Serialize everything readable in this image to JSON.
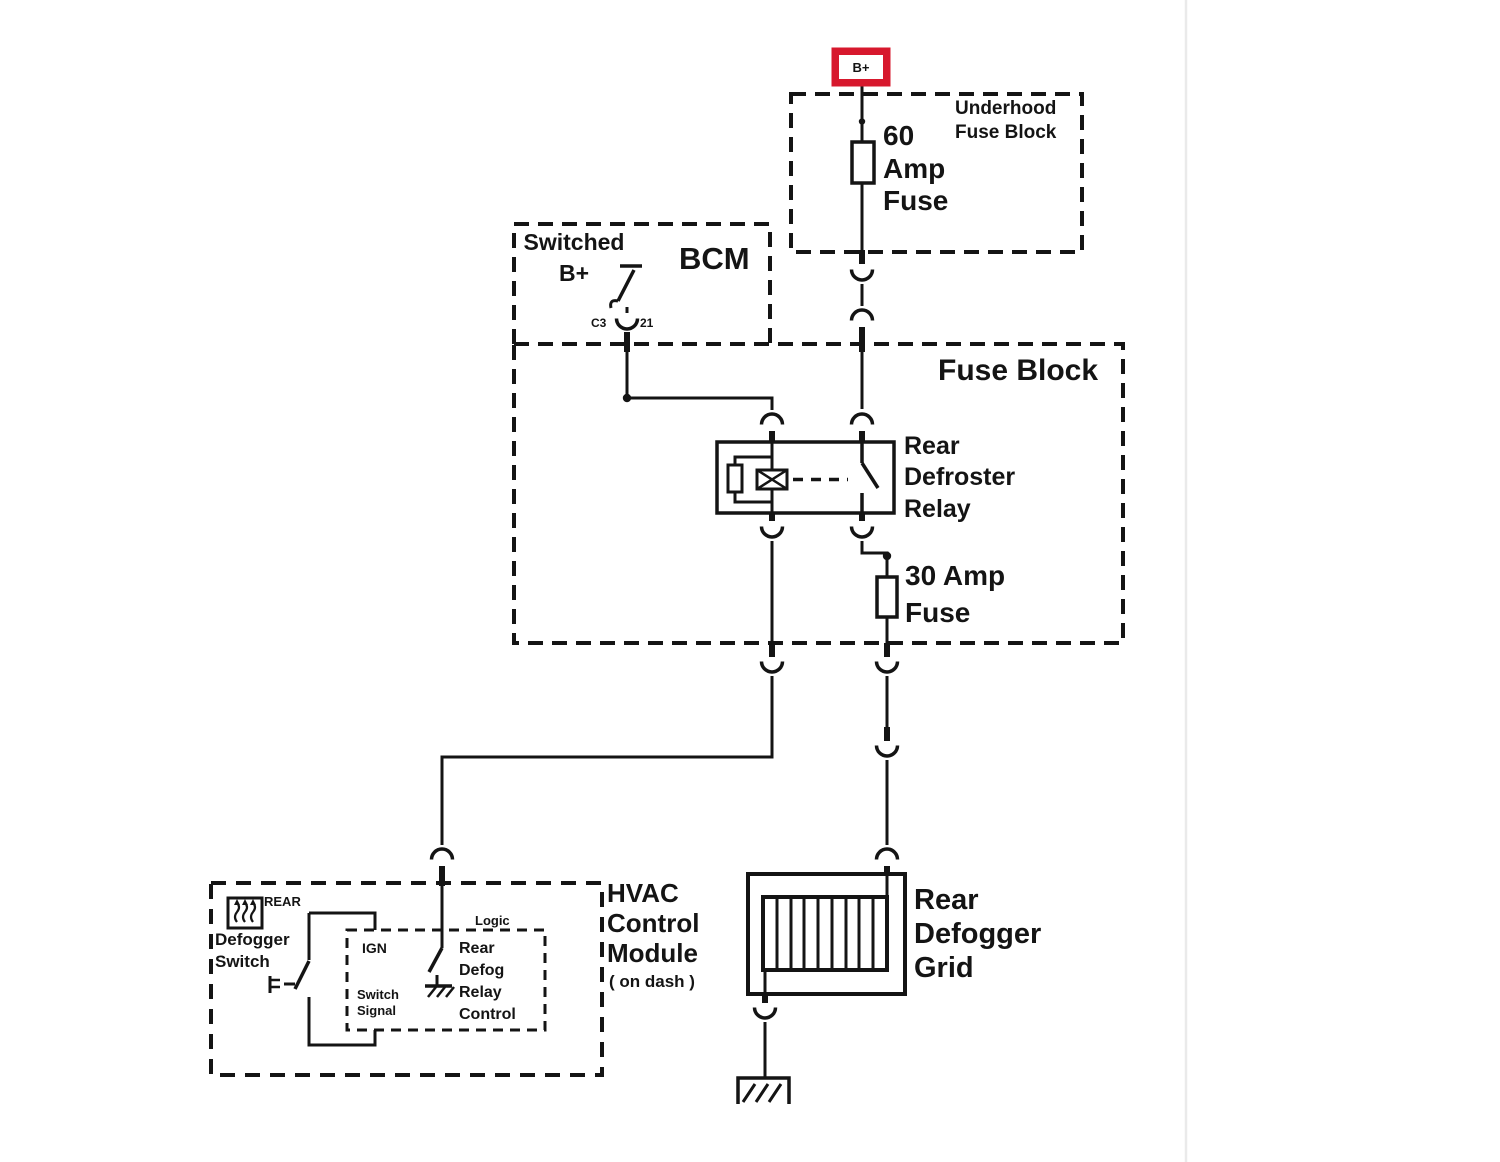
{
  "colors": {
    "wire": "#141414",
    "power_border": "#d7182d",
    "background": "#ffffff",
    "page_divider": "#eaeaea"
  },
  "power_feed": {
    "label": "B+"
  },
  "underhood_fuse_block": {
    "title_line1": "Underhood",
    "title_line2": "Fuse Block",
    "fuse_line1": "60",
    "fuse_line2": "Amp",
    "fuse_line3": "Fuse"
  },
  "bcm": {
    "title": "BCM",
    "switched_line1": "Switched",
    "switched_line2": "B+",
    "connector_label": "C3",
    "pin_label": "21"
  },
  "fuse_block": {
    "title": "Fuse Block",
    "relay_line1": "Rear",
    "relay_line2": "Defroster",
    "relay_line3": "Relay",
    "fuse_line1": "30 Amp",
    "fuse_line2": "Fuse"
  },
  "hvac_module": {
    "title_line1": "HVAC",
    "title_line2": "Control",
    "title_line3": "Module",
    "title_line4": "( on dash )",
    "defogger_switch_line1": "Defogger",
    "defogger_switch_line2": "Switch",
    "switch_badge": "REAR",
    "logic_title": "Logic",
    "pin_ign": "IGN",
    "pin_switch_signal_line1": "Switch",
    "pin_switch_signal_line2": "Signal",
    "control_line1": "Rear",
    "control_line2": "Defog",
    "control_line3": "Relay",
    "control_line4": "Control"
  },
  "defogger_grid": {
    "title_line1": "Rear",
    "title_line2": "Defogger",
    "title_line3": "Grid"
  }
}
